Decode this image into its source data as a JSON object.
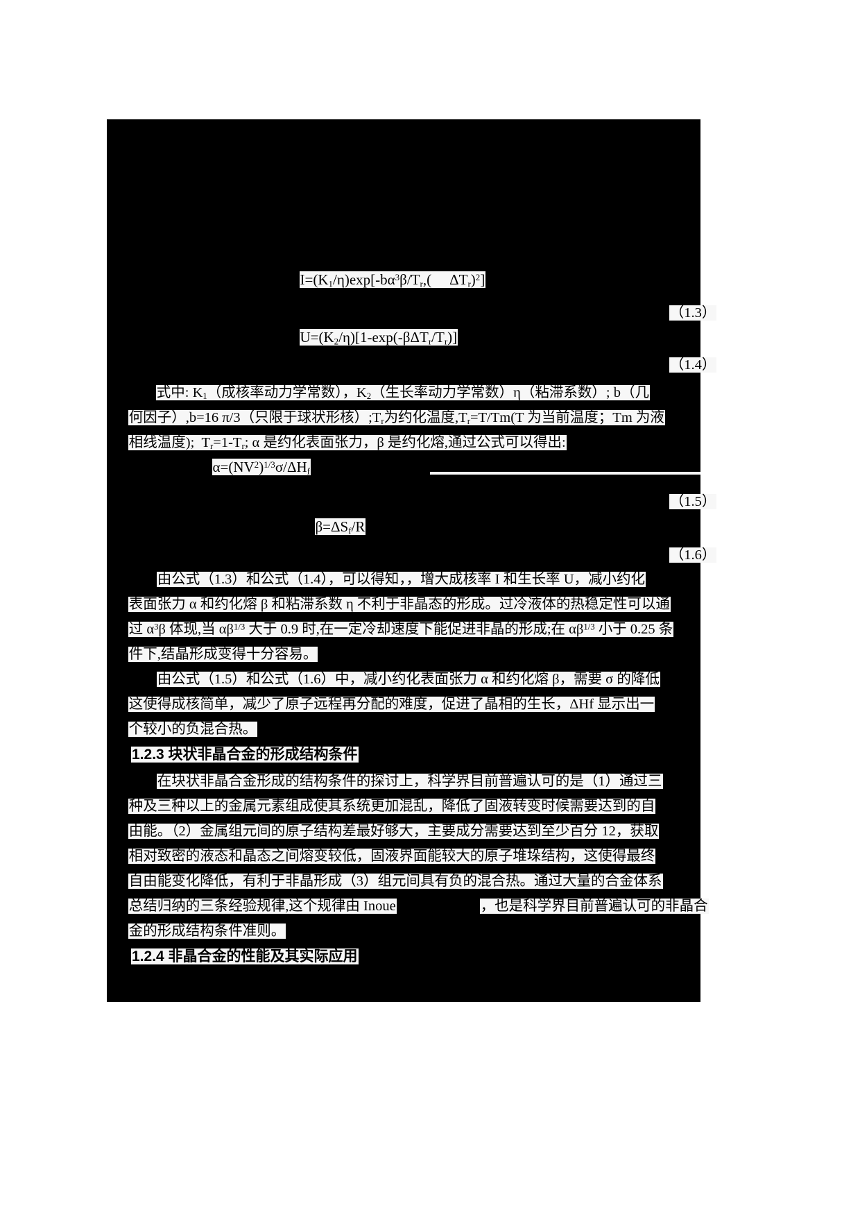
{
  "document": {
    "page_background": "#ffffff",
    "content_background": "#000000",
    "text_highlight": "#f7f7f7",
    "text_color": "#000000"
  },
  "equations": [
    {
      "id": "eq-1-3",
      "expr_html": "I=(K<sub>1</sub>/&#951;)exp[-b&#945;<sup>3</sup>&#946;/T<sub>r</sub>,(<span class=\"gap\"></span>&#916;T<sub>r</sub>)<sup>2</sup>]",
      "plain": "I=(K1/η)exp[-bα3β/Tr,( ΔTr)2]",
      "number": "（1.3）"
    },
    {
      "id": "eq-1-4",
      "expr_html": "U=(K<sub>2</sub>/&#951;)[1-exp(-&#946;&#916;T<sub>r</sub>/T<sub>r</sub>)]",
      "plain": "U=(K2/η)[1-exp(-βΔTr/Tr)]",
      "number": "（1.4）"
    },
    {
      "id": "eq-1-5",
      "expr_html": "&#945;=(NV<sup>2</sup>)<sup>1/3</sup>&#963;/&#916;H<sub>f</sub>",
      "plain": "α=(NV2)1/3σ/ΔHf",
      "number": "（1.5）"
    },
    {
      "id": "eq-1-6",
      "expr_html": "&#946;=&#916;S<sub>f</sub>/R",
      "plain": "β=ΔSf/R",
      "number": "（1.6）"
    }
  ],
  "paragraphs": {
    "definitions": {
      "lines": [
        "式中: K₁（成核率动力学常数），K₂（生长率动力学常数）η（粘滞系数）; b（几",
        "何因子）,b=16 π/3（只限于球状形核）;Tᵣ为约化温度,Tᵣ=T/Tm(T 为当前温度；Tm 为液",
        "相线温度);  Tᵣ=1-Tᵣ; α 是约化表面张力，β 是约化熔,通过公式可以得出:"
      ],
      "line1_html": "式中: K<sub>1</sub>（成核率动力学常数），K<sub>2</sub>（生长率动力学常数）&#951;（粘滞系数）; b（几",
      "line2_html": "何因子）,b=16 &#960;/3（只限于球状形核）;T<sub>r</sub>为约化温度,T<sub>r</sub>=T/Tm(T 为当前温度；Tm 为液",
      "line3_html": "相线温度);&nbsp;&nbsp;T<sub>r</sub>=1-T<sub>r</sub>; &#945; 是约化表面张力，&#946; 是约化熔,通过公式可以得出:"
    },
    "para_a": {
      "lines": [
        "由公式（1.3）和公式（1.4），可以得知，，增大成核率 I 和生长率 U，减小约化",
        "表面张力 α 和约化熔 β 和粘滞系数 η 不利于非晶态的形成。过冷液体的热稳定性可以通",
        "过 α³β 体现,当 αβ¹ᐟ³ 大于 0.9 时,在一定冷却速度下能促进非晶的形成;在 αβ¹ᐟ³ 小于 0.25 条",
        "件下,结晶形成变得十分容易。"
      ],
      "line1_html": "由公式（1.3）和公式（1.4），可以得知，，增大成核率 I 和生长率 U，减小约化",
      "line2_html": "表面张力 &#945; 和约化熔 &#946; 和粘滞系数 &#951; 不利于非晶态的形成。过冷液体的热稳定性可以通",
      "line3_html": "过 &#945;<sup>3</sup>&#946; 体现,当 &#945;&#946;<sup>1/3</sup> 大于 0.9 时,在一定冷却速度下能促进非晶的形成;在 &#945;&#946;<sup>1/3</sup> 小于 0.25 条",
      "line4_html": "件下,结晶形成变得十分容易。"
    },
    "para_b": {
      "line1_html": "由公式（1.5）和公式（1.6）中，减小约化表面张力 &#945; 和约化熔 &#946;，需要 &#963; 的降低",
      "line2_html": "这使得成核简单，减少了原子远程再分配的难度，促进了晶相的生长，&#916;Hf 显示出一",
      "line3_html": "个较小的负混合热。"
    },
    "para_c": {
      "line1_html": "在块状非晶合金形成的结构条件的探讨上，科学界目前普遍认可的是（1）通过三",
      "line2_html": "种及三种以上的金属元素组成使其系统更加混乱，降低了固液转变时候需要达到的自",
      "line3_html": "由能。（2）金属组元间的原子结构差最好够大，主要成分需要达到至少百分 12，获取",
      "line4_html": "相对致密的液态和晶态之间熔变较低，固液界面能较大的原子堆垛结构，这使得最终",
      "line5_html": "自由能变化降低，有利于非晶形成（3）组元间具有负的混合热。通过大量的合金体系",
      "line6_html": "总结归纳的三条经验规律,这个规律由 Inoue",
      "line6b_html": "，也是科学界目前普遍认可的非晶合",
      "line7_html": "金的形成结构条件准则。"
    }
  },
  "headings": [
    {
      "id": "h-1-2-3",
      "text": "1.2.3 块状非晶合金的形成结构条件"
    },
    {
      "id": "h-1-2-4",
      "text": "1.2.4 非晶合金的性能及其实际应用"
    }
  ]
}
